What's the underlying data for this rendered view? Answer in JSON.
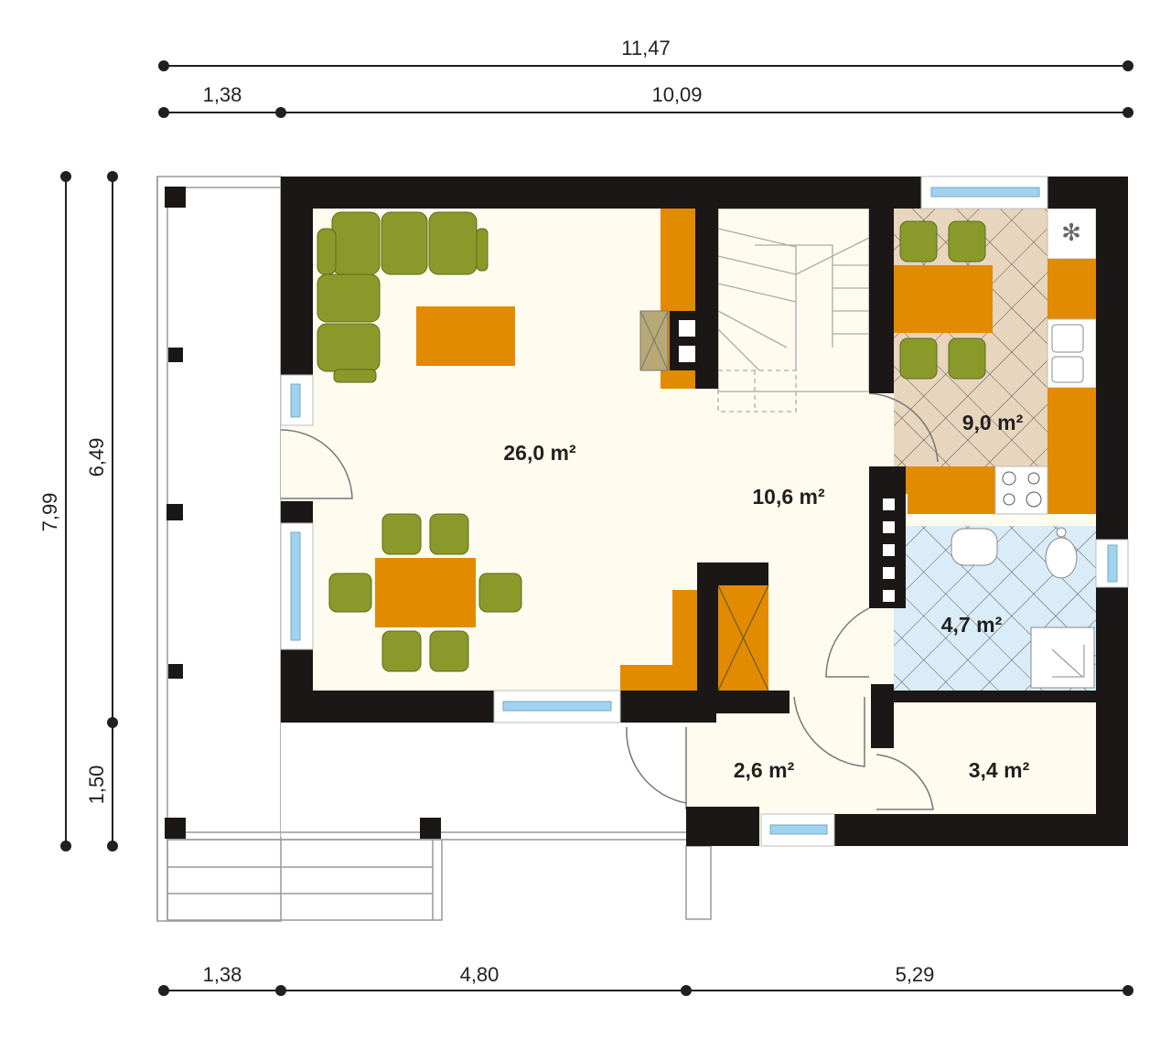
{
  "dimensions": {
    "top_total": "11,47",
    "top_left": "1,38",
    "top_right": "10,09",
    "bottom_1": "1,38",
    "bottom_2": "4,80",
    "bottom_3": "5,29",
    "left_total": "7,99",
    "left_upper": "6,49",
    "left_lower": "1,50"
  },
  "rooms": {
    "living": "26,0 m²",
    "hall": "10,6 m²",
    "kitchen": "9,0 m²",
    "bathroom": "4,7 m²",
    "vestibule": "2,6 m²",
    "storage": "3,4 m²"
  },
  "colors": {
    "wall": "#1a1716",
    "floor": "#fffcef",
    "kitchen_floor": "#e7d5bd",
    "bath_floor": "#d9ecf8",
    "furniture_orange": "#e28a00",
    "furniture_green": "#8a9a2a",
    "glass": "#9fd3f0"
  }
}
